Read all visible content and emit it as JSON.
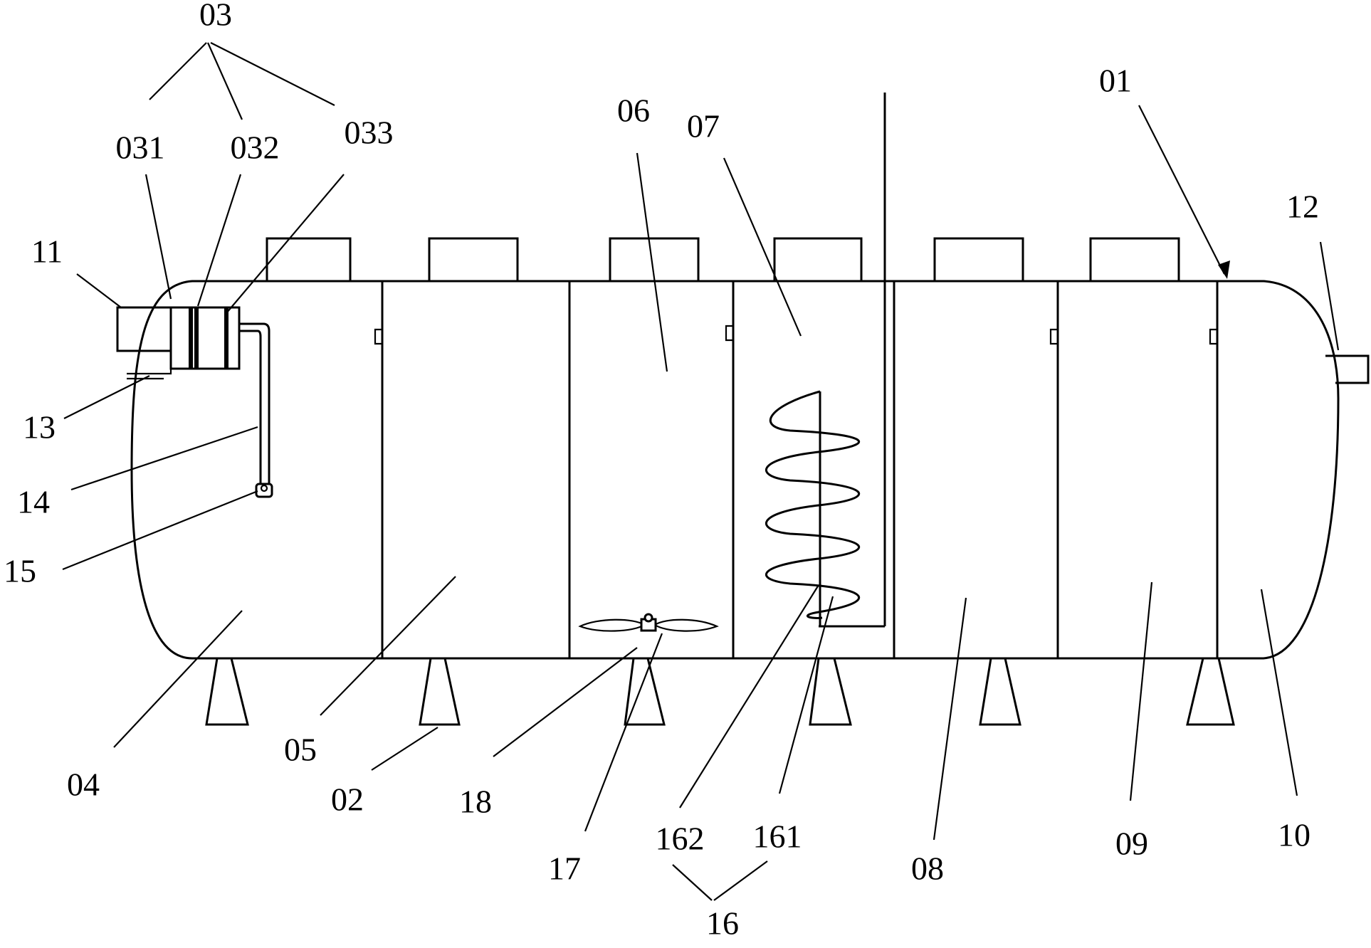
{
  "labels": {
    "l01": "01",
    "l02": "02",
    "l03": "03",
    "l031": "031",
    "l032": "032",
    "l033": "033",
    "l04": "04",
    "l05": "05",
    "l06": "06",
    "l07": "07",
    "l08": "08",
    "l09": "09",
    "l10": "10",
    "l11": "11",
    "l12": "12",
    "l13": "13",
    "l14": "14",
    "l15": "15",
    "l16": "16",
    "l161": "161",
    "l162": "162",
    "l17": "17",
    "l18": "18"
  }
}
